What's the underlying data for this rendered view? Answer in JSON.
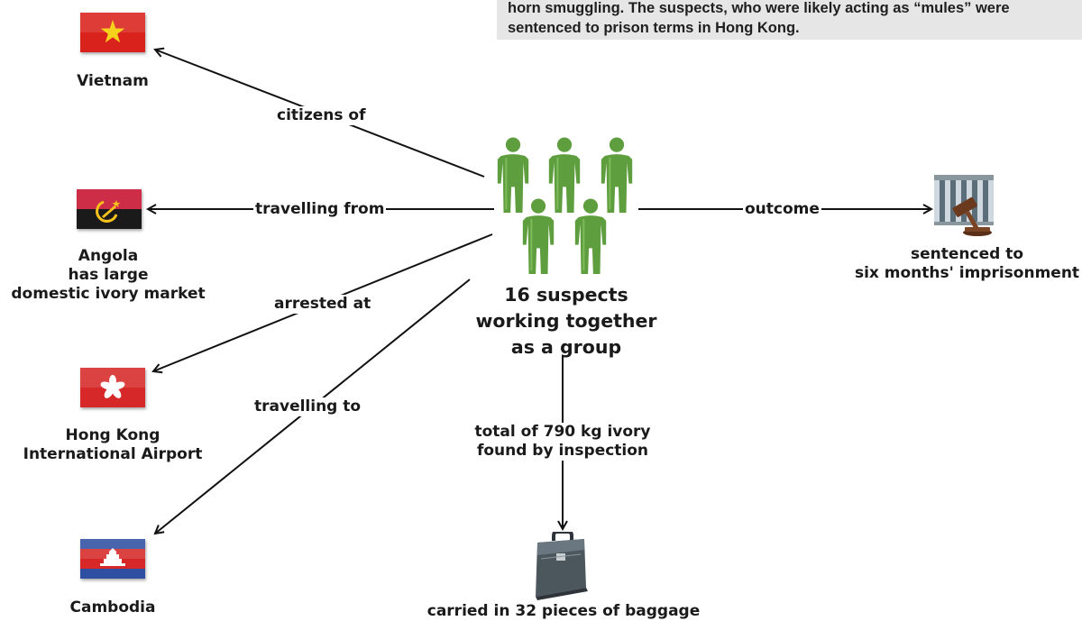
{
  "caption": {
    "line1": "horn smuggling. The suspects, who were likely acting as “mules” were",
    "line2": "sentenced to prison terms in Hong Kong."
  },
  "center": {
    "line1": "16 suspects",
    "line2": "working together",
    "line3": "as a group",
    "icon": "people-group-icon"
  },
  "edges": {
    "citizens_of": "citizens of",
    "travelling_from": "travelling from",
    "arrested_at": "arrested at",
    "travelling_to": "travelling to",
    "outcome": "outcome",
    "inspection_line1": "total of 790 kg ivory",
    "inspection_line2": "found by inspection"
  },
  "nodes": {
    "vietnam": {
      "label": "Vietnam",
      "icon": "vietnam-flag-icon"
    },
    "angola": {
      "line1": "Angola",
      "line2": "has large",
      "line3": "domestic ivory market",
      "icon": "angola-flag-icon"
    },
    "hong_kong": {
      "line1": "Hong Kong",
      "line2": "International Airport",
      "icon": "hong-kong-flag-icon"
    },
    "cambodia": {
      "label": "Cambodia",
      "icon": "cambodia-flag-icon"
    },
    "sentence": {
      "line1": "sentenced to",
      "line2": "six months' imprisonment",
      "icon": "prison-gavel-icon"
    },
    "baggage": {
      "label": "carried in 32 pieces of baggage",
      "icon": "briefcase-icon"
    }
  },
  "colors": {
    "person": "#5f9e3e",
    "vietnam_red": "#d9221c",
    "vietnam_star": "#f6d21c",
    "angola_red": "#c8102e",
    "angola_black": "#1a1a1a",
    "hong_kong_red": "#d62828",
    "cambodia_blue": "#2f4fa2",
    "cambodia_red": "#d62828",
    "arrow": "#111111"
  }
}
